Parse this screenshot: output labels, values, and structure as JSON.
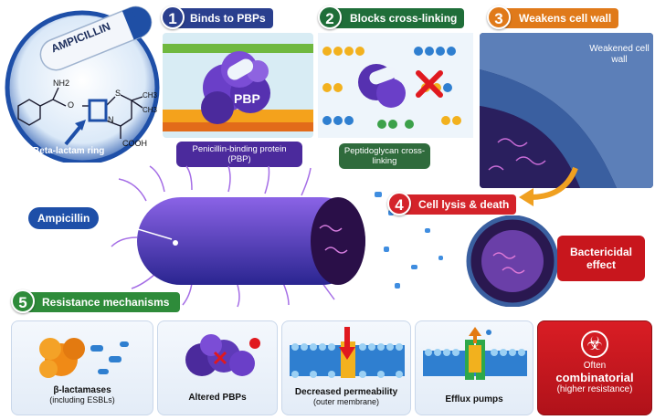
{
  "drug": {
    "capsule_label": "AMPICILLIN",
    "ring_label": "Beta-lactam ring",
    "formula_labels": {
      "nh2": "NH2",
      "o": "O",
      "s": "S",
      "n": "N",
      "cooh": "COOH",
      "ch3a": "CH3",
      "ch3b": "CH3"
    }
  },
  "steps": [
    {
      "num": "1",
      "title": "Binds to PBPs",
      "color": "#2a3f8e"
    },
    {
      "num": "2",
      "title": "Blocks cross-linking",
      "color": "#1f6e39"
    },
    {
      "num": "3",
      "title": "Weakens cell wall",
      "color": "#e07a1a"
    },
    {
      "num": "4",
      "title": "Cell lysis & death",
      "color": "#d4232a"
    },
    {
      "num": "5",
      "title": "Resistance mechanisms",
      "color": "#2e8b3a"
    }
  ],
  "panel1": {
    "pbp_label": "PBP",
    "caption": "Penicillin-binding protein (PBP)"
  },
  "panel2": {
    "caption": "Peptidoglycan cross-linking"
  },
  "panel3": {
    "callout": "Weakened cell wall"
  },
  "bacterium": {
    "drug_label": "Ampicillin"
  },
  "panel4": {
    "effect": "Bactericidal effect"
  },
  "resistance": [
    {
      "label": "β-lactamases",
      "sub": "(including ESBLs)"
    },
    {
      "label": "Altered PBPs",
      "sub": ""
    },
    {
      "label": "Decreased permeability",
      "sub": "(outer membrane)"
    },
    {
      "label": "Efflux pumps",
      "sub": ""
    }
  ],
  "combo": {
    "line1": "Often",
    "line2": "combinatorial",
    "line3": "(higher resistance)"
  },
  "colors": {
    "purple": "#4b2a9c",
    "green_caption": "#2f6b3c",
    "red": "#c8161d",
    "blue": "#1e4fa8"
  }
}
